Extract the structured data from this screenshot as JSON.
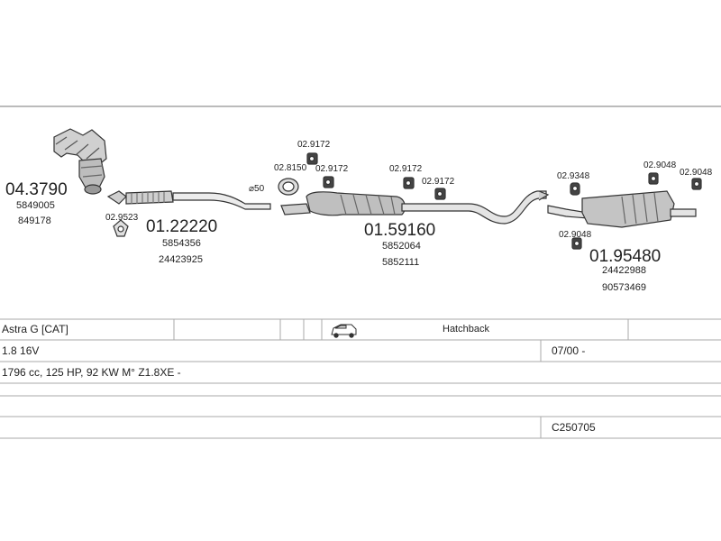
{
  "parts": {
    "manifold": {
      "number": "04.3790",
      "refs": [
        "5849005",
        "849178"
      ]
    },
    "front_pipe": {
      "number": "01.22220",
      "refs": [
        "5854356",
        "24423925"
      ]
    },
    "gasket": {
      "number": "02.9523"
    },
    "diameter": {
      "label": "⌀50"
    },
    "gasket_clamp": {
      "number": "02.8150"
    },
    "hanger_a": {
      "number": "02.9172"
    },
    "hanger_b": {
      "number": "02.9172"
    },
    "hanger_c": {
      "number": "02.9172"
    },
    "hanger_d": {
      "number": "02.9172"
    },
    "middle_silencer": {
      "number": "01.59160",
      "refs": [
        "5852064",
        "5852111"
      ]
    },
    "rear_clamp": {
      "number": "02.9348"
    },
    "rear_hanger_a": {
      "number": "02.9048"
    },
    "rear_hanger_b": {
      "number": "02.9048"
    },
    "rear_hanger_c": {
      "number": "02.9048"
    },
    "rear_silencer": {
      "number": "01.95480",
      "refs": [
        "24422988",
        "90573469"
      ]
    }
  },
  "vehicle": {
    "model": "Astra G  [CAT]",
    "body_type": "Hatchback",
    "engine": "1.8 16V",
    "date_range": "07/00 -",
    "specs": "1796 cc, 125 HP, 92 KW M° Z1.8XE -",
    "code": "C250705"
  },
  "icons": {
    "vehicle": "hatchback-car-icon"
  }
}
